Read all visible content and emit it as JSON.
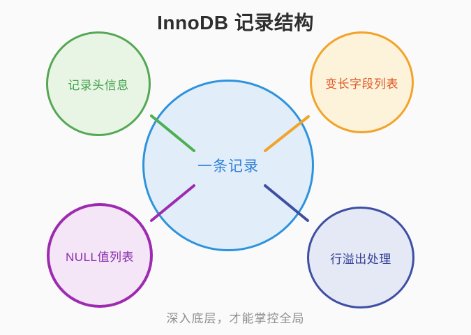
{
  "title": "InnoDB 记录结构",
  "caption": "深入底层，才能掌控全局",
  "diagram": {
    "center": {
      "id": "record",
      "label": "一条记录",
      "colors": {
        "border": "#2d93dd",
        "fill": "#e1eefa",
        "text": "#2f7fd6"
      }
    },
    "nodes": [
      {
        "id": "record-header-info",
        "label": "记录头信息",
        "position": "top-left",
        "colors": {
          "border": "#55a755",
          "fill": "#e9f5e4",
          "text": "#3fa24a"
        }
      },
      {
        "id": "varlen-field-list",
        "label": "变长字段列表",
        "position": "top-right",
        "colors": {
          "border": "#f2a329",
          "fill": "#fdf2da",
          "text": "#df5b28"
        }
      },
      {
        "id": "null-value-list",
        "label": "NULL值列表",
        "position": "bottom-left",
        "colors": {
          "border": "#9d2bb0",
          "fill": "#f4e6f6",
          "text": "#8a2fae"
        }
      },
      {
        "id": "row-overflow-handling",
        "label": "行溢出处理",
        "position": "bottom-right",
        "colors": {
          "border": "#3e4fa3",
          "fill": "#e5e8f5",
          "text": "#323f96"
        }
      }
    ],
    "connectors": [
      {
        "from": "record-header-info",
        "to": "record",
        "color": "#4caf50"
      },
      {
        "from": "varlen-field-list",
        "to": "record",
        "color": "#f2a329"
      },
      {
        "from": "null-value-list",
        "to": "record",
        "color": "#9d2bb0"
      },
      {
        "from": "row-overflow-handling",
        "to": "record",
        "color": "#3e4fa3"
      }
    ]
  }
}
